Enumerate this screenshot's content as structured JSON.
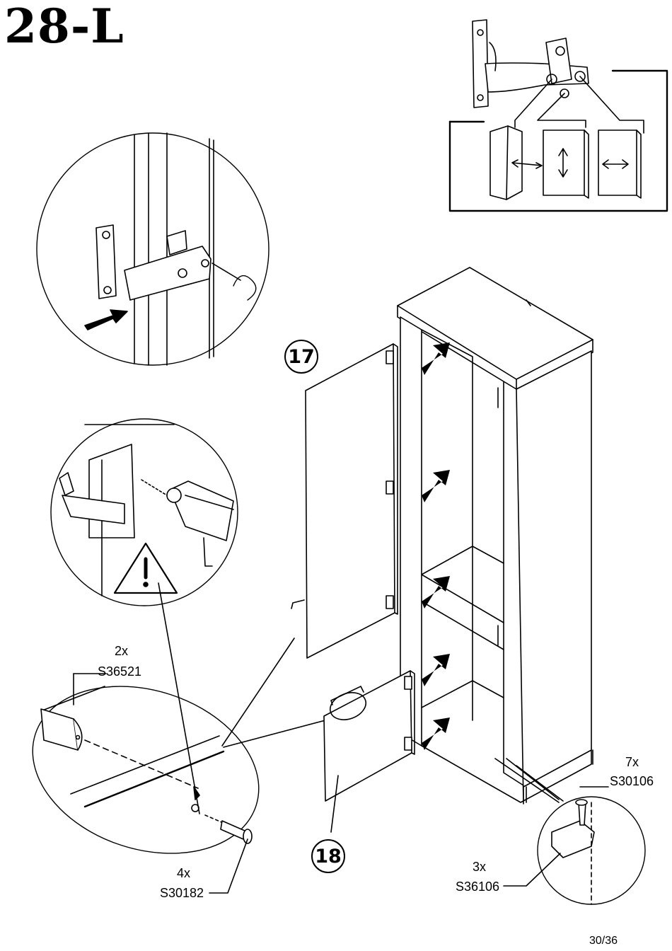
{
  "step": {
    "title": "28-L"
  },
  "parts": {
    "door_upper": "17",
    "door_lower": "18"
  },
  "hardware": [
    {
      "qty": "2x",
      "code": "S36521"
    },
    {
      "qty": "4x",
      "code": "S30182"
    },
    {
      "qty": "7x",
      "code": "S30106"
    },
    {
      "qty": "3x",
      "code": "S36106"
    }
  ],
  "page": {
    "number": "30/36"
  },
  "icons": [
    "hinge-adjust-icon",
    "warning-triangle-icon",
    "drill-icon",
    "screwdriver-icon"
  ],
  "colors": {
    "ink": "#000000",
    "paper": "#ffffff"
  }
}
